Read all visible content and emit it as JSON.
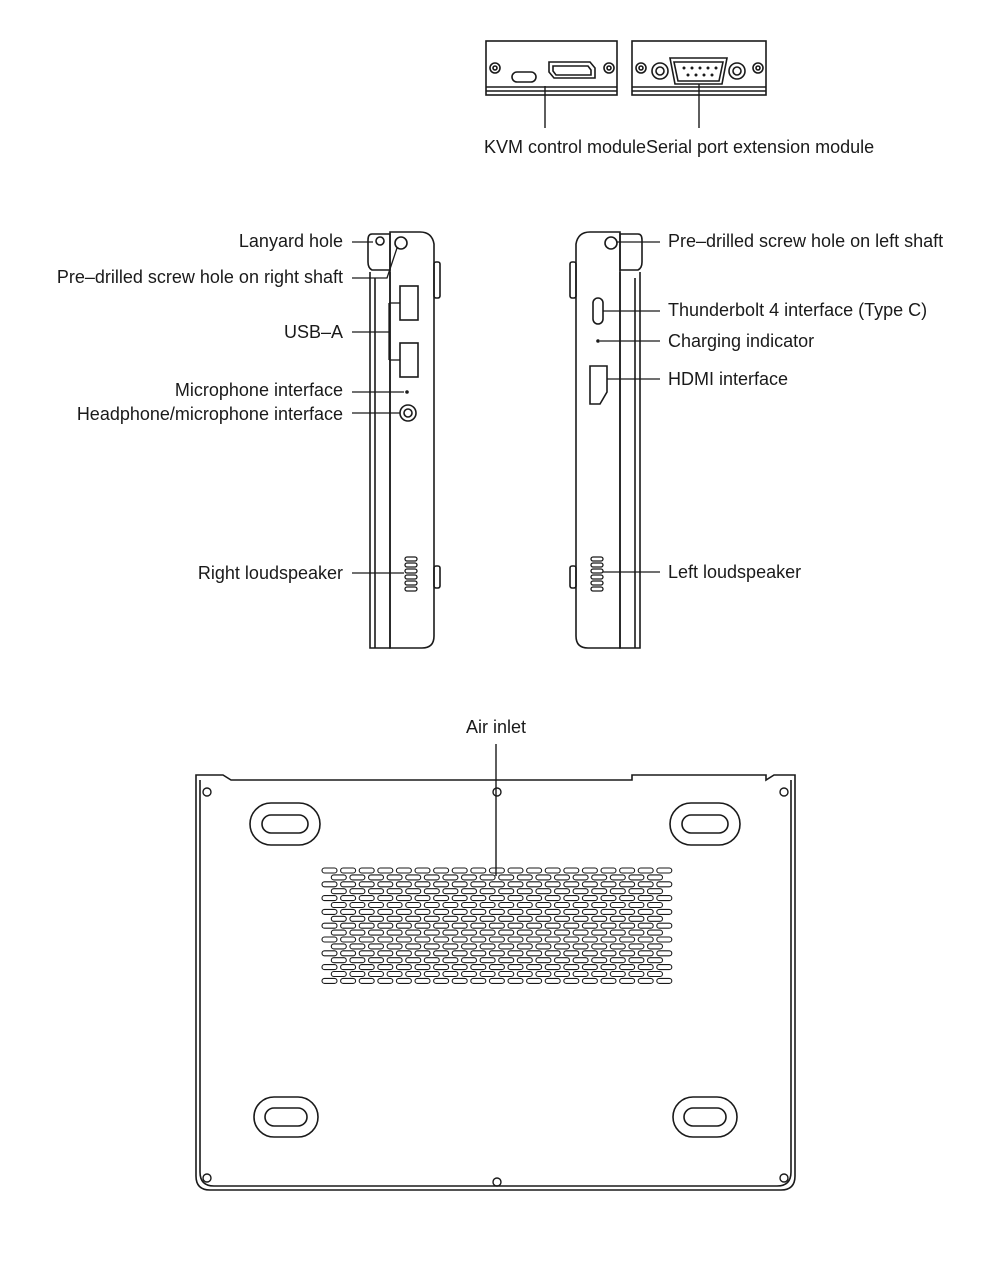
{
  "modules": {
    "kvm": "KVM control module",
    "serial": "Serial port extension module"
  },
  "right_side": {
    "lanyard": "Lanyard hole",
    "screw_right": "Pre–drilled screw hole on right shaft",
    "usb_a": "USB–A",
    "mic": "Microphone interface",
    "headphone": "Headphone/microphone interface",
    "speaker_right": "Right loudspeaker"
  },
  "left_side": {
    "screw_left": "Pre–drilled screw hole on left shaft",
    "thunderbolt": "Thunderbolt 4 interface (Type C)",
    "charging": "Charging indicator",
    "hdmi": "HDMI interface",
    "speaker_left": "Left loudspeaker"
  },
  "bottom": {
    "air_inlet": "Air inlet"
  },
  "colors": {
    "line": "#1a1a1a",
    "stroke_light": "#555555"
  }
}
